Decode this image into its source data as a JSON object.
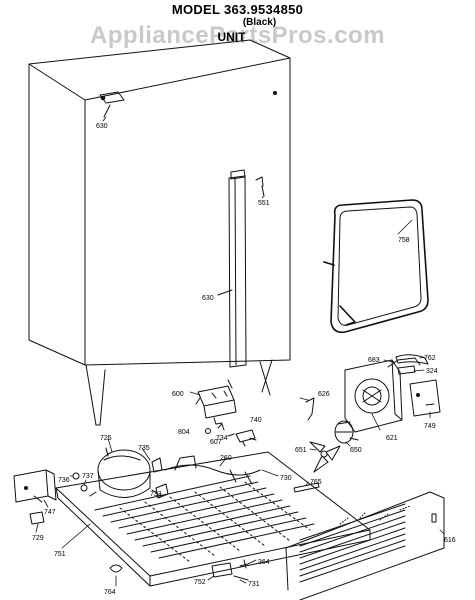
{
  "header": {
    "model": "MODEL 363.9534850",
    "color": "(Black)",
    "watermark": "AppliancePartsPros.com",
    "section": "UNIT"
  },
  "callouts": [
    "630",
    "551",
    "630",
    "758",
    "600",
    "804",
    "607",
    "734",
    "740",
    "626",
    "683",
    "762",
    "324",
    "621",
    "749",
    "651",
    "650",
    "725",
    "735",
    "260",
    "730",
    "765",
    "736",
    "737",
    "733",
    "747",
    "729",
    "751",
    "616",
    "364",
    "752",
    "731",
    "764"
  ]
}
